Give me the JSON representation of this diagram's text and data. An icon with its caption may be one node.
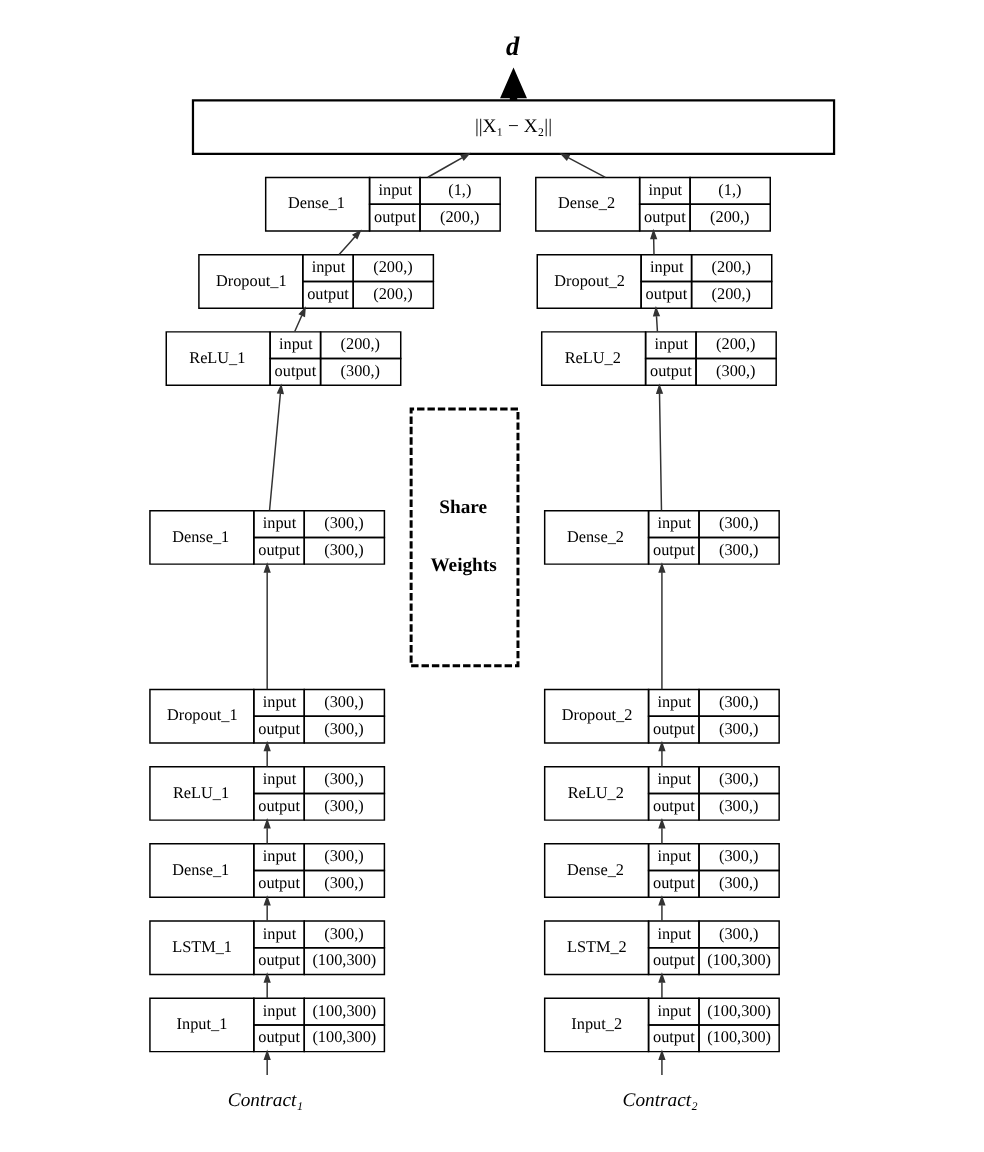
{
  "diagram": {
    "nodes": [
      {
        "text": [
          "d"
        ]
      },
      {
        "text": [
          "||X₁ − X₂||"
        ]
      },
      {
        "text": [
          "Dense_1",
          "input",
          "(1,)",
          "output",
          "(200,)"
        ]
      },
      {
        "text": [
          "Dropout_1",
          "input",
          "(200,)",
          "output",
          "(200,)"
        ]
      },
      {
        "text": [
          "ReLU_1",
          "input",
          "(200,)",
          "output",
          "(300,)"
        ]
      },
      {
        "text": [
          "Dense_1",
          "input",
          "(300,)",
          "output",
          "(300,)"
        ]
      },
      {
        "text": [
          "Dropout_1",
          "input",
          "(300,)",
          "output",
          "(300,)"
        ]
      },
      {
        "text": [
          "ReLU_1",
          "input",
          "(300,)",
          "output",
          "(300,)"
        ]
      },
      {
        "text": [
          "Dense_1",
          "input",
          "(300,)",
          "output",
          "(300,)"
        ]
      },
      {
        "text": [
          "LSTM_1",
          "input",
          "(300,)",
          "output",
          "(100,300)"
        ]
      },
      {
        "text": [
          "Input_1",
          "input",
          "(100,300)",
          "output",
          "(100,300)"
        ]
      },
      {
        "text": [
          "Share Weights"
        ]
      },
      {
        "text": [
          "Dense_2",
          "input",
          "(1,)",
          "output",
          "(200,)"
        ]
      },
      {
        "text": [
          "Dropout_2",
          "input",
          "(200,)",
          "output",
          "(200,)"
        ]
      },
      {
        "text": [
          "ReLU_2",
          "input",
          "(200,)",
          "output",
          "(300,)"
        ]
      },
      {
        "text": [
          "Dense_2",
          "input",
          "(300,)",
          "output",
          "(300,)"
        ]
      },
      {
        "text": [
          "Dropout_2",
          "input",
          "(300,)",
          "output",
          "(300,)"
        ]
      },
      {
        "text": [
          "ReLU_2",
          "input",
          "(300,)",
          "output",
          "(300,)"
        ]
      },
      {
        "text": [
          "Dense_2",
          "input",
          "(300,)",
          "output",
          "(300,)"
        ]
      },
      {
        "text": [
          "LSTM_2",
          "input",
          "(300,)",
          "output",
          "(100,300)"
        ]
      },
      {
        "text": [
          "Input_2",
          "input",
          "(100,300)",
          "output",
          "(100,300)"
        ]
      },
      {
        "text": [
          "Contract₁"
        ]
      },
      {
        "text": [
          "Contract₂"
        ]
      }
    ],
    "edges": [
      {
        "from": 1,
        "to": 0,
        "arrow": "to",
        "style": "thick"
      },
      {
        "from": 21,
        "to": 10,
        "arrow": "to"
      },
      {
        "from": 10,
        "to": 9,
        "arrow": "to"
      },
      {
        "from": 9,
        "to": 8,
        "arrow": "to"
      },
      {
        "from": 8,
        "to": 7,
        "arrow": "to"
      },
      {
        "from": 7,
        "to": 6,
        "arrow": "to"
      },
      {
        "from": 6,
        "to": 5,
        "arrow": "to"
      },
      {
        "from": 5,
        "to": 4,
        "arrow": "to"
      },
      {
        "from": 4,
        "to": 3,
        "arrow": "to"
      },
      {
        "from": 3,
        "to": 2,
        "arrow": "to"
      },
      {
        "from": 2,
        "to": 1,
        "arrow": "to"
      },
      {
        "from": 22,
        "to": 20,
        "arrow": "to"
      },
      {
        "from": 20,
        "to": 19,
        "arrow": "to"
      },
      {
        "from": 19,
        "to": 18,
        "arrow": "to"
      },
      {
        "from": 18,
        "to": 17,
        "arrow": "to"
      },
      {
        "from": 17,
        "to": 16,
        "arrow": "to"
      },
      {
        "from": 16,
        "to": 15,
        "arrow": "to"
      },
      {
        "from": 15,
        "to": 14,
        "arrow": "to"
      },
      {
        "from": 14,
        "to": 13,
        "arrow": "to"
      },
      {
        "from": 13,
        "to": 12,
        "arrow": "to"
      },
      {
        "from": 12,
        "to": 1,
        "arrow": "to"
      }
    ]
  }
}
